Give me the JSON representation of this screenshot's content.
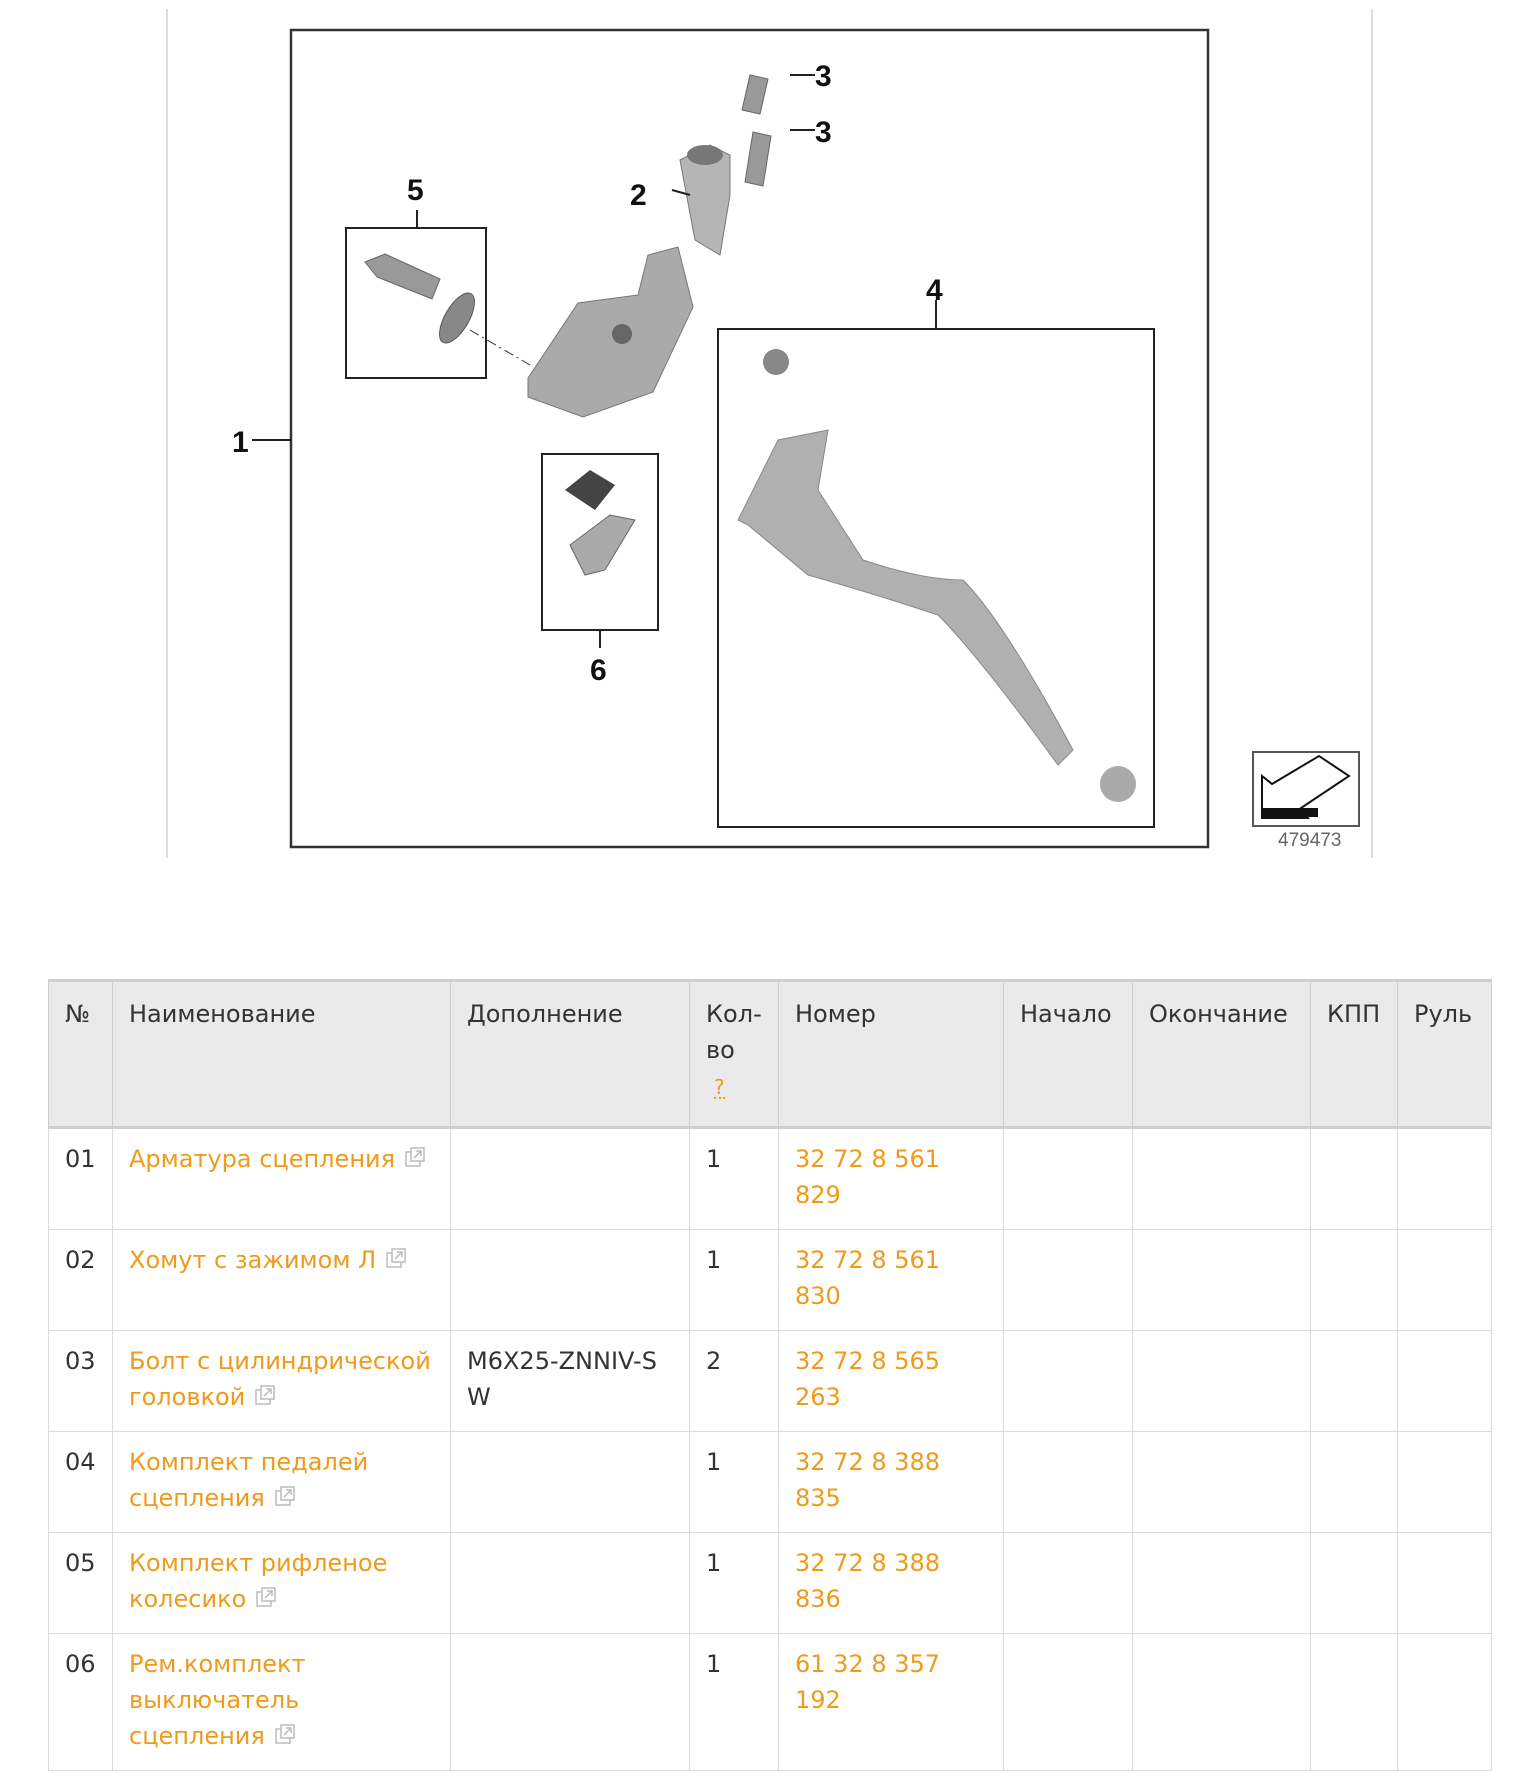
{
  "diagram": {
    "callouts": [
      "1",
      "2",
      "3",
      "3",
      "4",
      "5",
      "6"
    ],
    "image_number": "479473",
    "icon": "view-direction-arrow-icon"
  },
  "table": {
    "headers": {
      "no": "№",
      "name": "Наименование",
      "addition": "Дополнение",
      "qty": "Кол-во",
      "qty_help": "?",
      "number": "Номер",
      "start": "Начало",
      "end": "Окончание",
      "gearbox": "КПП",
      "steering": "Руль"
    },
    "rows": [
      {
        "no": "01",
        "name": "Арматура сцепления",
        "addition": "",
        "qty": "1",
        "number": "32 72 8 561 829"
      },
      {
        "no": "02",
        "name": "Хомут с зажимом Л",
        "addition": "",
        "qty": "1",
        "number": "32 72 8 561 830"
      },
      {
        "no": "03",
        "name": "Болт с цилиндрической головкой",
        "addition": "M6X25-ZNNIV-SW",
        "qty": "2",
        "number": "32 72 8 565 263"
      },
      {
        "no": "04",
        "name": "Комплект педалей сцепления",
        "addition": "",
        "qty": "1",
        "number": "32 72 8 388 835"
      },
      {
        "no": "05",
        "name": "Комплект рифленое колесико",
        "addition": "",
        "qty": "1",
        "number": "32 72 8 388 836"
      },
      {
        "no": "06",
        "name": "Рем.комплект выключатель сцепления",
        "addition": "",
        "qty": "1",
        "number": "61 32 8 357 192"
      }
    ]
  },
  "colors": {
    "link": "#ef9a1a",
    "header_bg": "#eaeaea"
  }
}
